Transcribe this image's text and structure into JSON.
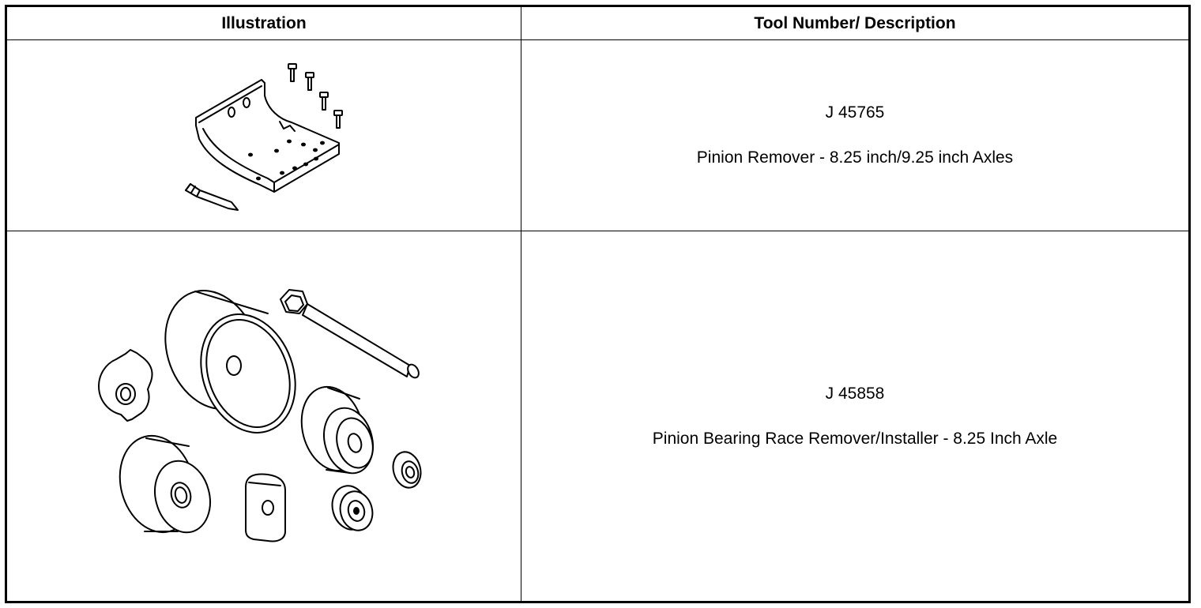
{
  "table": {
    "headers": {
      "illustration": "Illustration",
      "tool": "Tool Number/ Description"
    },
    "rows": [
      {
        "tool_number": "J 45765",
        "description": "Pinion Remover - 8.25 inch/9.25 inch Axles",
        "illustration_icon": "pinion-remover-bracket-icon"
      },
      {
        "tool_number": "J 45858",
        "description": "Pinion Bearing Race Remover/Installer - 8.25 Inch Axle",
        "illustration_icon": "bearing-race-tool-set-icon"
      }
    ]
  }
}
